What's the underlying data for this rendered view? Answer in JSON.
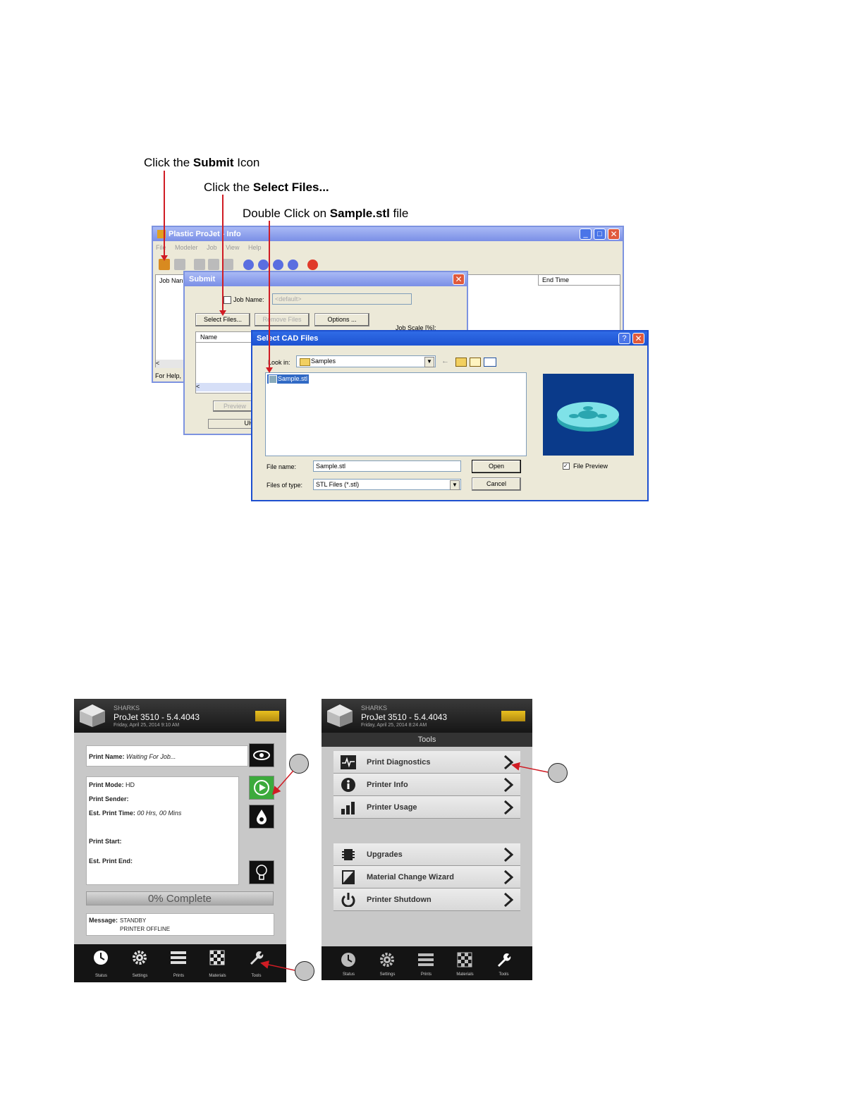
{
  "instructions": {
    "step1_pre": "Click the ",
    "step1_bold": "Submit",
    "step1_post": " Icon",
    "step2_pre": "Click the ",
    "step2_bold": "Select Files...",
    "step2_post": "",
    "step3_pre": "Double Click on ",
    "step3_bold": "Sample.stl",
    "step3_post": " file"
  },
  "main_window": {
    "title": "Plastic ProJet - Info",
    "menu": [
      "File",
      "Modeler",
      "Job",
      "View",
      "Help"
    ],
    "col_job_name": "Job Nan",
    "col_end_time": "End Time",
    "status": "For Help,"
  },
  "submit_dialog": {
    "title": "Submit",
    "job_name_label": "Job Name:",
    "job_name_placeholder": "<default>",
    "select_files": "Select Files...",
    "remove_files": "Remove Files",
    "options": "Options ...",
    "job_scale": "Job Scale [%]:",
    "name_col": "Name",
    "preview": "Preview",
    "mode": "UHD"
  },
  "select_dialog": {
    "title": "Select CAD Files",
    "look_in_label": "Look in:",
    "look_in_value": "Samples",
    "file_item": "Sample.stl",
    "file_name_label": "File name:",
    "file_name_value": "Sample.stl",
    "files_of_type_label": "Files of type:",
    "files_of_type_value": "STL Files   (*.stl)",
    "open": "Open",
    "cancel": "Cancel",
    "file_preview": "File Preview",
    "help_glyph": "?",
    "close_glyph": "✕"
  },
  "status_screen": {
    "brand": "SHARKS",
    "model": "ProJet 3510 - 5.4.4043",
    "date": "Friday, April 25, 2014 9:10 AM",
    "print_name_label": "Print Name:",
    "print_name_value": "Waiting For Job...",
    "print_mode_label": "Print Mode:",
    "print_mode_value": "HD",
    "print_sender_label": "Print Sender:",
    "est_time_label": "Est. Print Time:",
    "est_time_value": "00 Hrs, 00 Mins",
    "print_start_label": "Print Start:",
    "est_end_label": "Est. Print End:",
    "progress_text": "0% Complete",
    "progress": 0,
    "message_label": "Message:",
    "message_line1": "STANDBY",
    "message_line2": "PRINTER OFFLINE"
  },
  "tools_screen": {
    "brand": "SHARKS",
    "model": "ProJet 3510 - 5.4.4043",
    "date": "Friday, April 25, 2014 8:24 AM",
    "heading": "Tools",
    "group1": [
      {
        "label": "Print Diagnostics",
        "icon": "pulse-icon"
      },
      {
        "label": "Printer Info",
        "icon": "info-icon"
      },
      {
        "label": "Printer Usage",
        "icon": "bar-chart-icon"
      }
    ],
    "group2": [
      {
        "label": "Upgrades",
        "icon": "chip-icon"
      },
      {
        "label": "Material Change Wizard",
        "icon": "material-icon"
      },
      {
        "label": "Printer Shutdown",
        "icon": "power-icon"
      }
    ]
  },
  "nav": [
    "Status",
    "Settings",
    "Prints",
    "Materials",
    "Tools"
  ],
  "colors": {
    "annotation_red": "#d01c24",
    "indicator_yellow": "#e8c020",
    "play_green": "#3caa3c"
  }
}
